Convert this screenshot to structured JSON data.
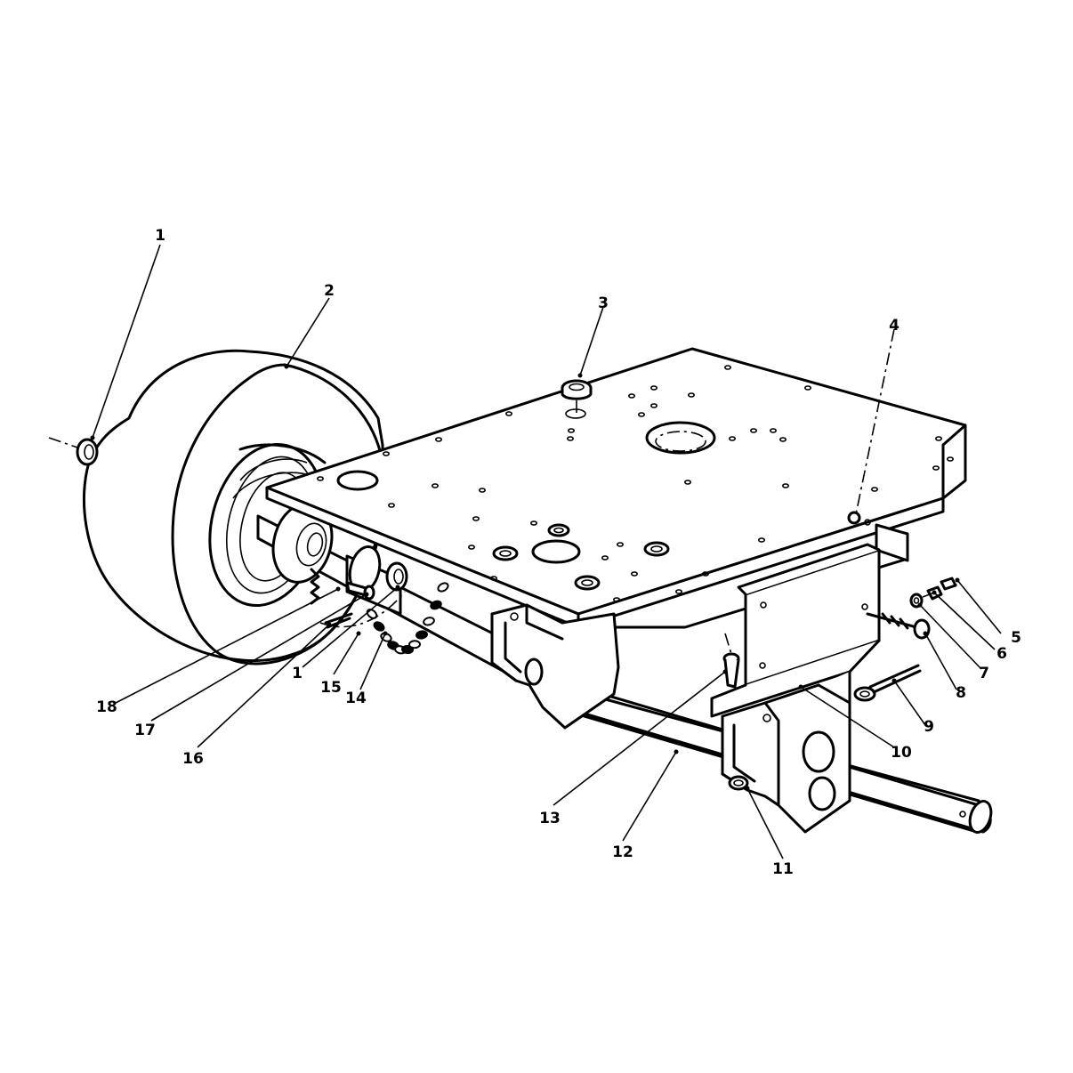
{
  "callouts": [
    {
      "id": "1a",
      "text": "1"
    },
    {
      "id": "2",
      "text": "2"
    },
    {
      "id": "3",
      "text": "3"
    },
    {
      "id": "4",
      "text": "4"
    },
    {
      "id": "5",
      "text": "5"
    },
    {
      "id": "6",
      "text": "6"
    },
    {
      "id": "7",
      "text": "7"
    },
    {
      "id": "8",
      "text": "8"
    },
    {
      "id": "9",
      "text": "9"
    },
    {
      "id": "10",
      "text": "10"
    },
    {
      "id": "11",
      "text": "11"
    },
    {
      "id": "12",
      "text": "12"
    },
    {
      "id": "13",
      "text": "13"
    },
    {
      "id": "14",
      "text": "14"
    },
    {
      "id": "15",
      "text": "15"
    },
    {
      "id": "1b",
      "text": "1"
    },
    {
      "id": "16",
      "text": "16"
    },
    {
      "id": "17",
      "text": "17"
    },
    {
      "id": "18",
      "text": "18"
    }
  ]
}
